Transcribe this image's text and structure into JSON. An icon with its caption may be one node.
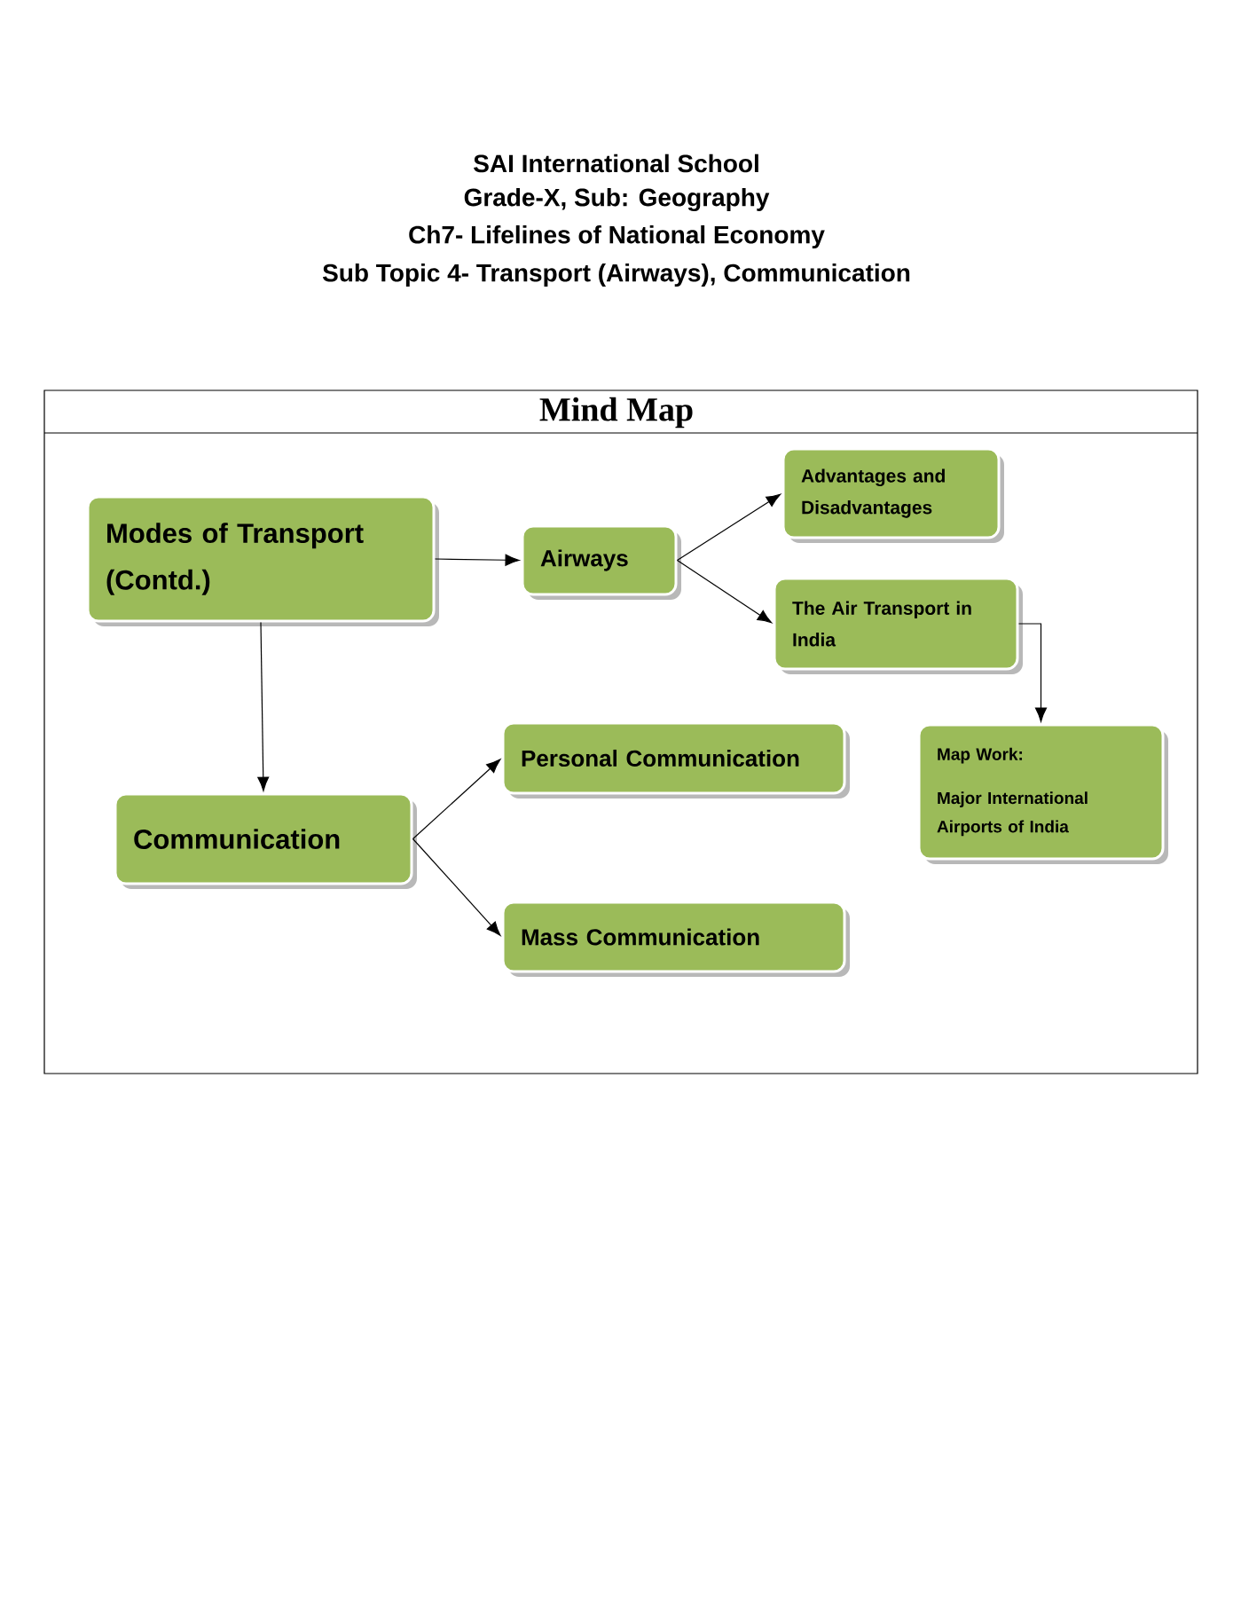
{
  "diagram": {
    "title": "Mind Map",
    "nodes": [
      {
        "text": [
          "Modes of Transport (Contd.)"
        ]
      },
      {
        "text": [
          "Airways"
        ]
      },
      {
        "text": [
          "Advantages and Disadvantages"
        ]
      },
      {
        "text": [
          "The Air Transport in India"
        ]
      },
      {
        "text": [
          "Map Work:",
          "Major International Airports of India"
        ]
      },
      {
        "text": [
          "Communication"
        ]
      },
      {
        "text": [
          "Personal Communication"
        ]
      },
      {
        "text": [
          "Mass Communication"
        ]
      }
    ],
    "edges": [
      {
        "from": 0,
        "to": 1,
        "arrow": "to"
      },
      {
        "from": 1,
        "to": 2,
        "arrow": "to"
      },
      {
        "from": 1,
        "to": 3,
        "arrow": "to"
      },
      {
        "from": 3,
        "to": 4,
        "arrow": "to"
      },
      {
        "from": 0,
        "to": 5,
        "arrow": "to"
      },
      {
        "from": 5,
        "to": 6,
        "arrow": "to"
      },
      {
        "from": 5,
        "to": 7,
        "arrow": "to"
      }
    ],
    "labels": [
      "SAI International School",
      "Grade-X, Sub: Geography",
      "Ch7- Lifelines of National Economy",
      "Sub Topic 4- Transport (Airways), Communication"
    ]
  }
}
